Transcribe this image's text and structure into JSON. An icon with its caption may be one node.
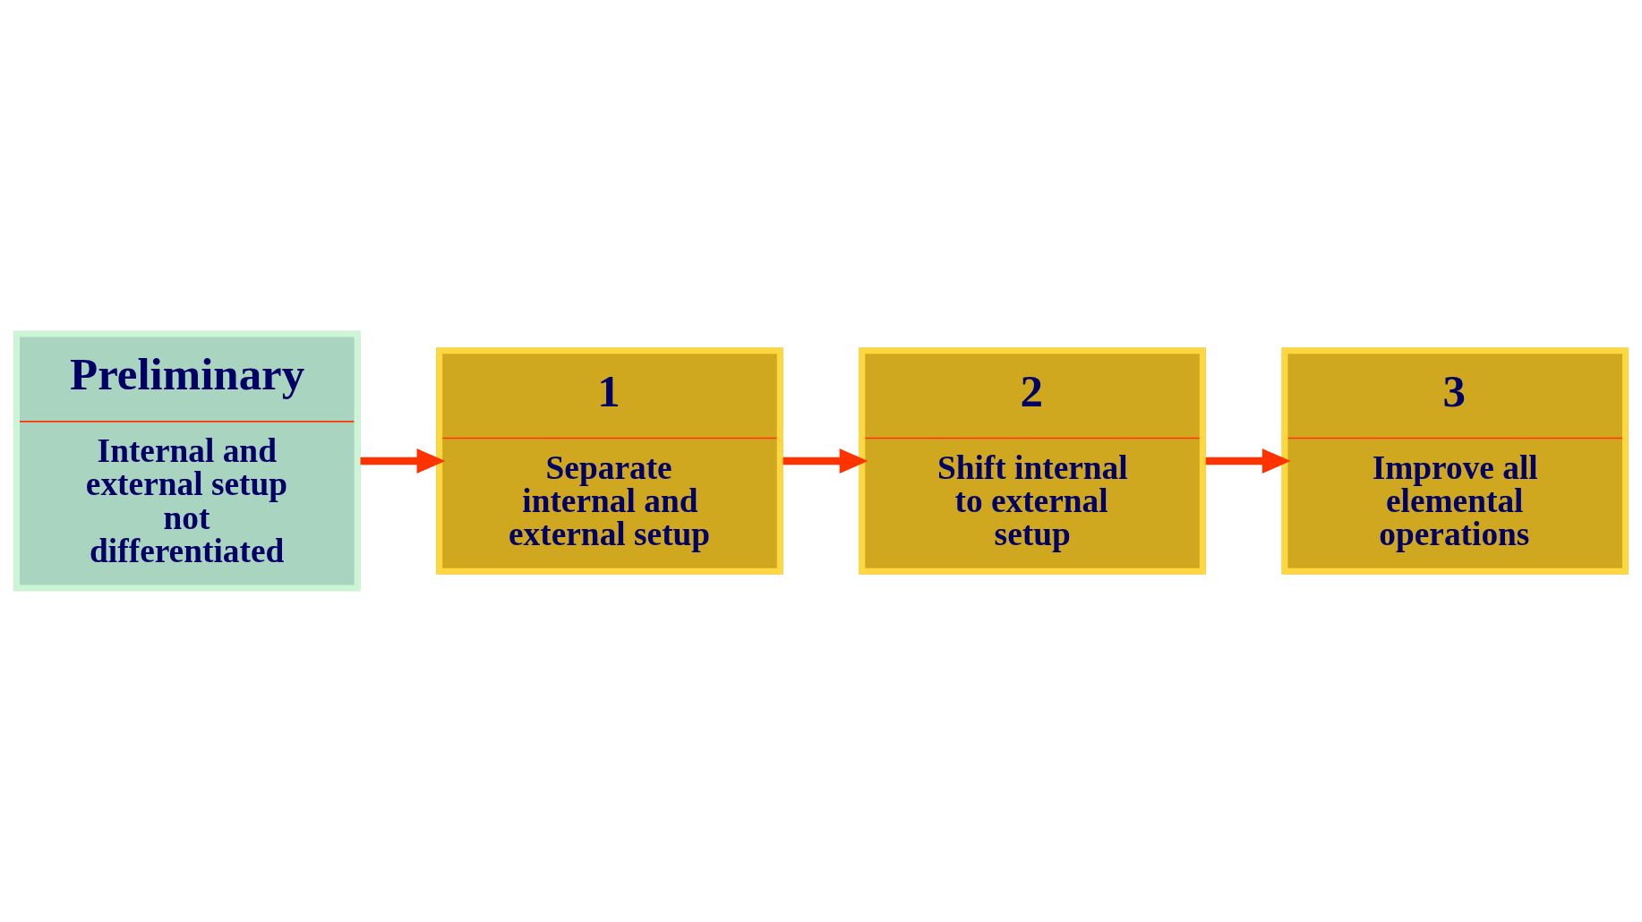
{
  "diagram": {
    "nodes": [
      {
        "text": [
          "Preliminary",
          "Internal and external setup not differentiated"
        ]
      },
      {
        "text": [
          "1",
          "Separate internal and external setup"
        ]
      },
      {
        "text": [
          "2",
          "Shift internal to external setup"
        ]
      },
      {
        "text": [
          "3",
          "Improve all elemental operations"
        ]
      }
    ],
    "edges": [
      {
        "from": 0,
        "to": 1,
        "arrow": "to"
      },
      {
        "from": 1,
        "to": 2,
        "arrow": "to"
      },
      {
        "from": 2,
        "to": 3,
        "arrow": "to"
      }
    ]
  }
}
